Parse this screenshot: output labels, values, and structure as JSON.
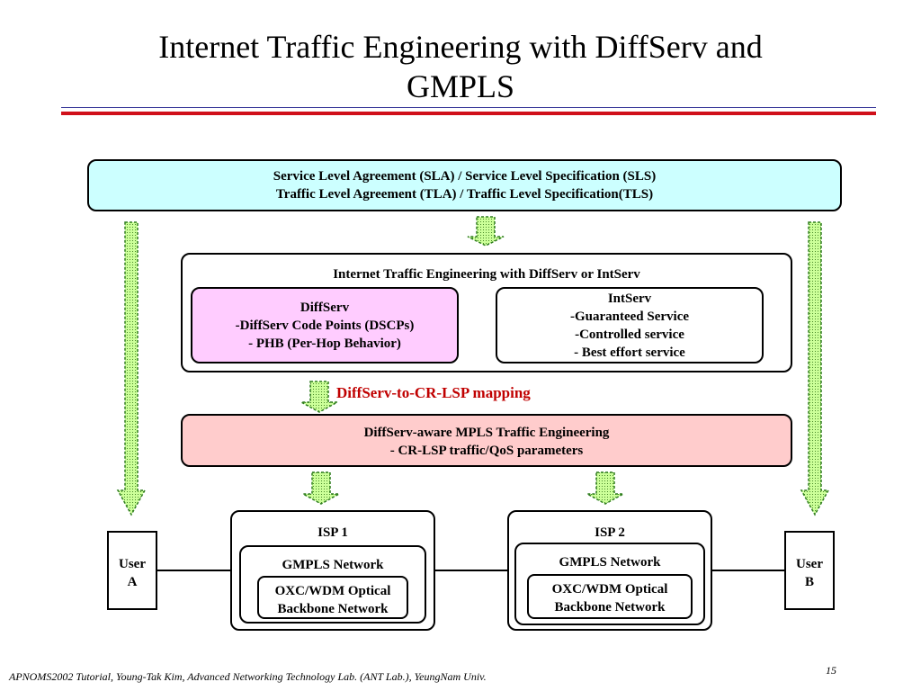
{
  "title_line1": "Internet Traffic Engineering with DiffServ and",
  "title_line2": "GMPLS",
  "sla": {
    "line1": "Service Level Agreement (SLA) / Service Level Specification (SLS)",
    "line2": "Traffic Level Agreement (TLA) / Traffic Level Specification(TLS)"
  },
  "ite": {
    "title": "Internet Traffic Engineering with DiffServ or IntServ",
    "diffserv": {
      "line1": "DiffServ",
      "line2": "-DiffServ Code Points (DSCPs)",
      "line3": "- PHB (Per-Hop Behavior)"
    },
    "intserv": {
      "line1": "IntServ",
      "line2": "-Guaranteed Service",
      "line3": "-Controlled service",
      "line4": "- Best effort service"
    }
  },
  "mapping_label": "DiffServ-to-CR-LSP mapping",
  "mpls": {
    "line1": "DiffServ-aware MPLS Traffic Engineering",
    "line2": "- CR-LSP traffic/QoS parameters"
  },
  "isp1": {
    "label": "ISP 1",
    "gmpls": "GMPLS Network",
    "oxc_line1": "OXC/WDM Optical",
    "oxc_line2": "Backbone Network"
  },
  "isp2": {
    "label": "ISP 2",
    "gmpls": "GMPLS Network",
    "oxc_line1": "OXC/WDM Optical",
    "oxc_line2": "Backbone Network"
  },
  "userA": {
    "line1": "User",
    "line2": "A"
  },
  "userB": {
    "line1": "User",
    "line2": "B"
  },
  "footer": "APNOMS2002 Tutorial,   Young-Tak Kim,  Advanced Networking Technology Lab. (ANT Lab.),  YeungNam Univ.",
  "page_number": "15",
  "colors": {
    "sla_fill": "#ccffff",
    "diffserv_fill": "#ffccff",
    "mpls_fill": "#ffcccc",
    "arrow_fill": "#ccff99",
    "mapping_text": "#c00000",
    "rule_red": "#d0101a",
    "rule_blue": "#3a3a9a"
  }
}
